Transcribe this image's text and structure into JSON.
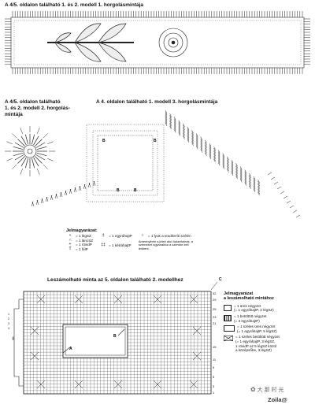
{
  "top_chart": {
    "title": "A 4/5. oldalon található 1. és 2. modell 1. horgolásmintája"
  },
  "left_chart": {
    "title_lines": [
      "A 4/5. oldalon található",
      "1. és 2. modell 2. horgolás-",
      "mintája"
    ]
  },
  "middle_chart": {
    "title": "A 4. oldalon található 1. modell 3. horgolásmintája",
    "labels": [
      "B",
      "B",
      "B",
      "B"
    ]
  },
  "legend": {
    "title": "Jelmagyarázat:",
    "items": [
      {
        "symbol": "•",
        "label": "= 1 légSZ"
      },
      {
        "symbol": "∩",
        "label": "= 1 láncSZ"
      },
      {
        "symbol": "+",
        "label": "= 1 rövidP"
      },
      {
        "symbol": "T",
        "label": "= 1 félP"
      }
    ],
    "items2": [
      {
        "symbol": "‡",
        "label": "= 1 egyrá­hajtP"
      },
      {
        "symbol": "‡‡",
        "label": "= 1 kétráhajtP"
      }
    ],
    "ring_label": "= 1 lyuk a teodíteríti szélén",
    "note": "Amennyiben a jelek alul összefutnak, a szemeket ugyanabba a szembe kell leölteni."
  },
  "bottom_chart": {
    "title": "Leszámolható minta az 5. oldalon található 2. modellhez",
    "letter_a": "A",
    "letter_b": "B",
    "letter_c": "C",
    "right_numbers": [
      "32",
      "29",
      "25",
      "23",
      "21",
      "15",
      "11",
      "9",
      "5",
      "3",
      "1"
    ],
    "left_numbers": [
      "1",
      "2",
      "3",
      "4"
    ],
    "left_label": "38"
  },
  "bottom_legend": {
    "title_lines": [
      "Jelmagyarázat",
      "a leszámolható mintához"
    ],
    "items": [
      {
        "label_lines": [
          "= 1 üres négyzet",
          "(= 1 egyráhajtP, 2 légSZ)"
        ]
      },
      {
        "label_lines": [
          "= 1 betöltött négyzet",
          "(= 3 egyráhajtP)"
        ]
      },
      {
        "label_lines": [
          "= 1 széles üres négyzet",
          "(= 1 egyráhajtP, 5 légSZ)"
        ]
      },
      {
        "label_lines": [
          "= 1 széles betöltött négyzet",
          "(= 1 egyráhajtP, 3 légSZ,",
          "1 rövidP az 5 légSZ közül",
          "a középsőbe, 3 légSZ)"
        ]
      }
    ]
  },
  "watermark": {
    "text1": "大 那 时 光",
    "text2": "Zoila@"
  },
  "colors": {
    "ink": "#111111",
    "grid": "#444444"
  }
}
